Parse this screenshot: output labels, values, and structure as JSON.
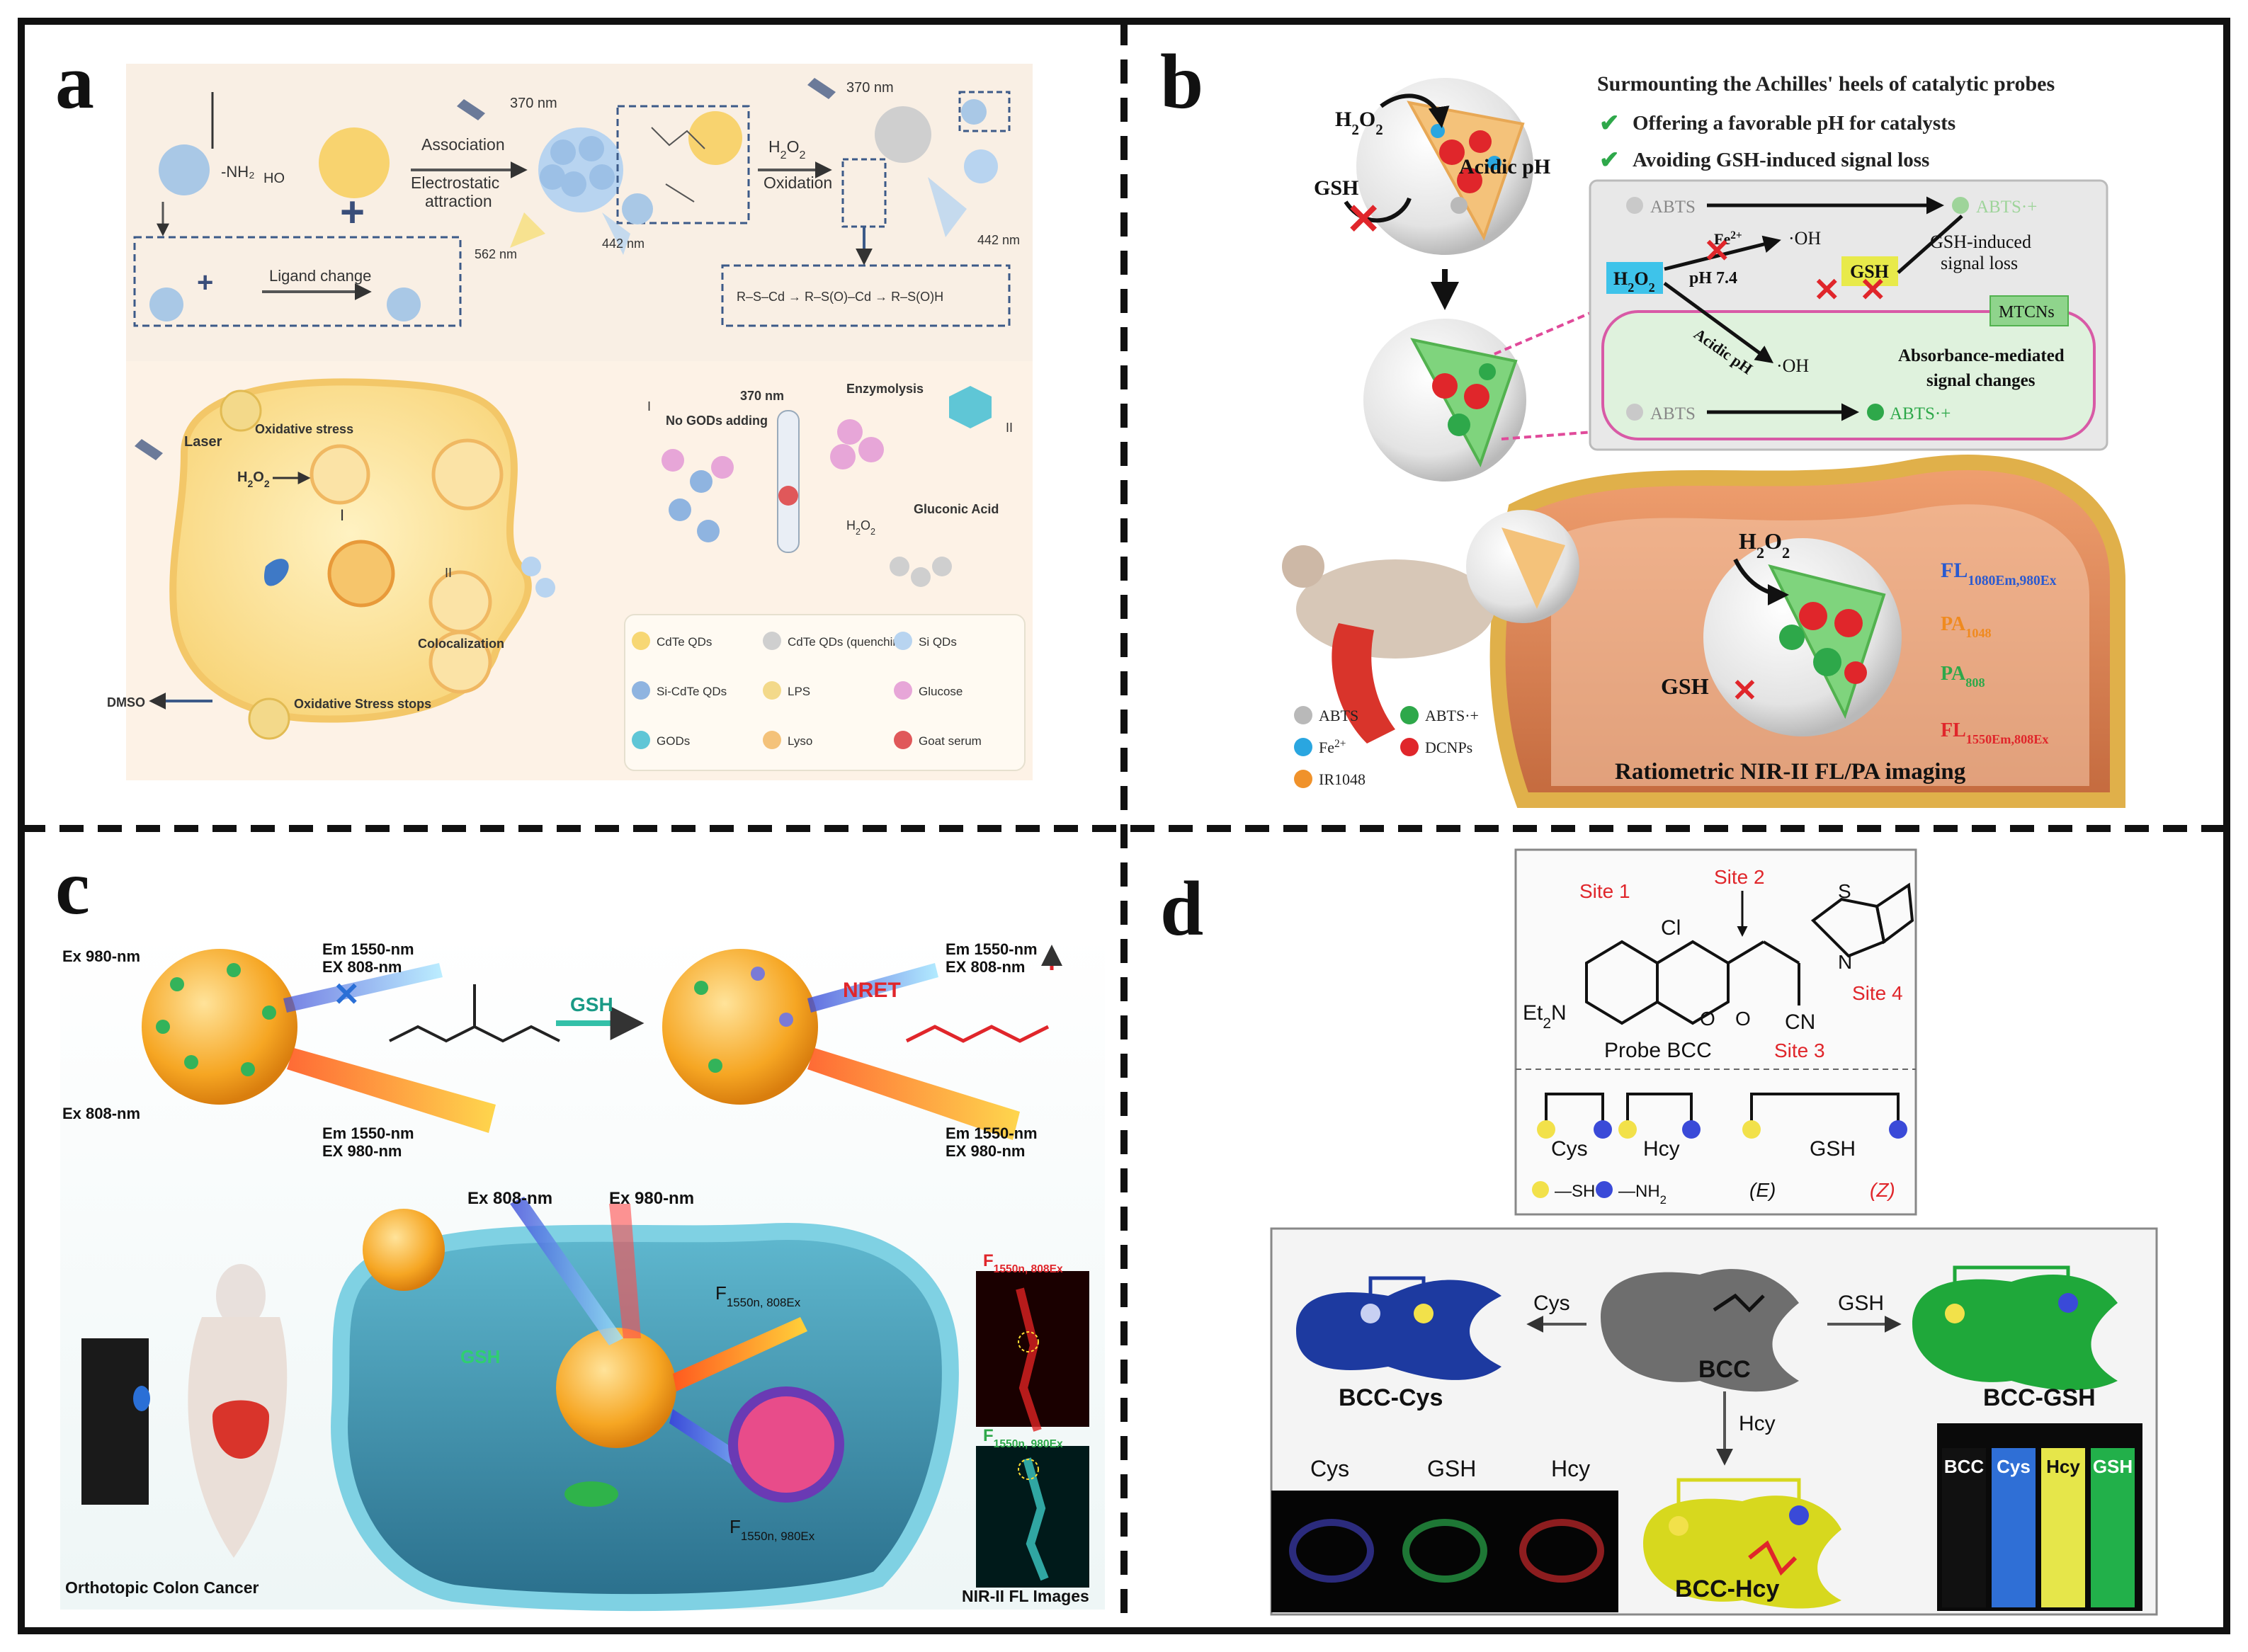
{
  "panel_letters": {
    "a": "a",
    "b": "b",
    "c": "c",
    "d": "d"
  },
  "panel_a": {
    "nm370_left": "370 nm",
    "nm370_right": "370 nm",
    "nm370_cell": "370 nm",
    "nm562": "562 nm",
    "nm442_left": "442 nm",
    "nm442_right": "442 nm",
    "association": "Association",
    "electrostatic_1": "Electrostatic",
    "electrostatic_2": "attraction",
    "h2o2": "H2O2",
    "oxidation": "Oxidation",
    "ligand_change": "Ligand change",
    "laser": "Laser",
    "oxidative_stress": "Oxidative stress",
    "colocalization": "Colocalization",
    "oxidative_stress_stops": "Oxidative Stress stops",
    "dmso": "DMSO",
    "no_gods": "No GODs adding",
    "enzymolysis": "Enzymolysis",
    "gluconic_acid": "Gluconic Acid",
    "roman_I": "I",
    "roman_II": "II",
    "legend": [
      {
        "label": "CdTe QDs",
        "color": "#f7d774"
      },
      {
        "label": "CdTe QDs (quenching)",
        "color": "#cfcfcf"
      },
      {
        "label": "Si QDs",
        "color": "#b8d4f0"
      },
      {
        "label": "Si-CdTe QDs",
        "color": "#8fb4e0"
      },
      {
        "label": "LPS",
        "color": "#f3d98a"
      },
      {
        "label": "Glucose",
        "color": "#e7a6d8"
      },
      {
        "label": "GODs",
        "color": "#5fc6d6"
      },
      {
        "label": "Lyso",
        "color": "#f4c27a"
      },
      {
        "label": "Goat serum",
        "color": "#e0585a"
      }
    ]
  },
  "panel_b": {
    "title": "Surmounting the Achilles' heels of catalytic probes",
    "bullet1": "Offering a favorable pH for catalysts",
    "bullet2": "Avoiding GSH-induced signal loss",
    "h2o2": "H2O2",
    "gsh": "GSH",
    "acidic_ph": "Acidic pH",
    "abts": "ABTS",
    "abts_radical": "ABTS·+",
    "fe2": "Fe2+",
    "ph74": "pH 7.4",
    "oh": "·OH",
    "gsh_box": "GSH",
    "gsh_loss_1": "GSH-induced",
    "gsh_loss_2": "signal loss",
    "mtcns": "MTCNs",
    "acidic_ph_rot": "Acidic pH",
    "absorbance_1": "Absorbance-mediated",
    "absorbance_2": "signal changes",
    "fl1080": "FL1080Em,980Ex",
    "pa1048": "PA1048",
    "pa808": "PA808",
    "fl1550": "FL1550Em,808Ex",
    "ratiometric": "Ratiometric NIR-II FL/PA imaging",
    "legend": [
      {
        "label": "ABTS",
        "color": "#b9b9b9"
      },
      {
        "label": "ABTS·+",
        "color": "#2ea84a"
      },
      {
        "label": "Fe2+",
        "color": "#2aa6e0"
      },
      {
        "label": "DCNPs",
        "color": "#e0262b"
      },
      {
        "label": "IR1048",
        "color": "#f0922b"
      }
    ]
  },
  "panel_c": {
    "ex980": "Ex 980-nm",
    "ex808": "Ex 808-nm",
    "em1550_808_a": "Em 1550-nm",
    "em1550_808_b": "EX  808-nm",
    "em1550_980_a": "Em 1550-nm",
    "em1550_980_b": "EX  980-nm",
    "gsh": "GSH",
    "nret": "NRET",
    "em_right_1": "Em 1550-nm",
    "em_right_2": "EX  808-nm",
    "em_right_3": "Em 1550-nm",
    "em_right_4": "EX  980-nm",
    "ex808_mid": "Ex 808-nm",
    "ex980_mid": "Ex 980-nm",
    "f1550_808": "F1550n, 808Ex",
    "f1550_980": "F1550n, 980Ex",
    "img_label_808": "F1550n, 808Ex",
    "img_label_980": "F1550n, 980Ex",
    "gsh_cell": "GSH",
    "colon": "Orthotopic Colon Cancer",
    "nir_images": "NIR-II FL Images"
  },
  "panel_d": {
    "site1": "Site 1",
    "site2": "Site 2",
    "site3": "Site 3",
    "site4": "Site 4",
    "cl": "Cl",
    "et2n": "Et2N",
    "cn": "CN",
    "s": "S",
    "n": "N",
    "o": "O",
    "probe": "Probe BCC",
    "cys": "Cys",
    "hcy": "Hcy",
    "gsh": "GSH",
    "sh": "—SH",
    "nh2": "—NH2",
    "e_label": "(E)",
    "z_label": "(Z)",
    "bcc": "BCC",
    "bcc_cys": "BCC-Cys",
    "bcc_gsh": "BCC-GSH",
    "bcc_hcy": "BCC-Hcy",
    "arrow_cys": "Cys",
    "arrow_gsh": "GSH",
    "arrow_hcy": "Hcy",
    "img_cys": "Cys",
    "img_gsh": "GSH",
    "img_hcy": "Hcy",
    "vials": [
      {
        "label": "BCC",
        "color": "#111111"
      },
      {
        "label": "Cys",
        "color": "#2f6fd6"
      },
      {
        "label": "Hcy",
        "color": "#e6e64a"
      },
      {
        "label": "GSH",
        "color": "#22b04a"
      }
    ]
  }
}
